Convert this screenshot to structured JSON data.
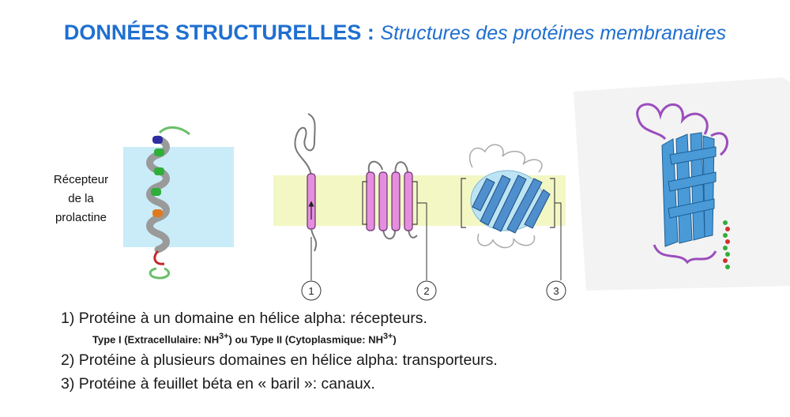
{
  "title": {
    "main": "DONNÉES STRUCTURELLES :",
    "sub": "Structures des protéines membranaires"
  },
  "receptor_label": [
    "Récepteur",
    "de la",
    "prolactine"
  ],
  "diagram": {
    "markers": [
      "1",
      "2",
      "3"
    ],
    "colors": {
      "membrane_band": "#f2f7c4",
      "receptor_box": "#c9ecf8",
      "helix_segment": "#e58ee0",
      "beta_strand": "#4f8fce",
      "loop": "#777777",
      "barrel_loops": "#9b4ebc"
    }
  },
  "list": {
    "item1": "1) Protéine à un domaine en hélice alpha: récepteurs.",
    "note": {
      "part1": "Type I (Extracellulaire: NH",
      "sup1": "3+",
      "part2": ") ou Type II (Cytoplasmique: NH",
      "sup2": "3+",
      "part3": ")"
    },
    "item2": "2) Protéine à plusieurs domaines en hélice alpha: transporteurs.",
    "item3": "3) Protéine à feuillet béta en « baril »: canaux."
  }
}
